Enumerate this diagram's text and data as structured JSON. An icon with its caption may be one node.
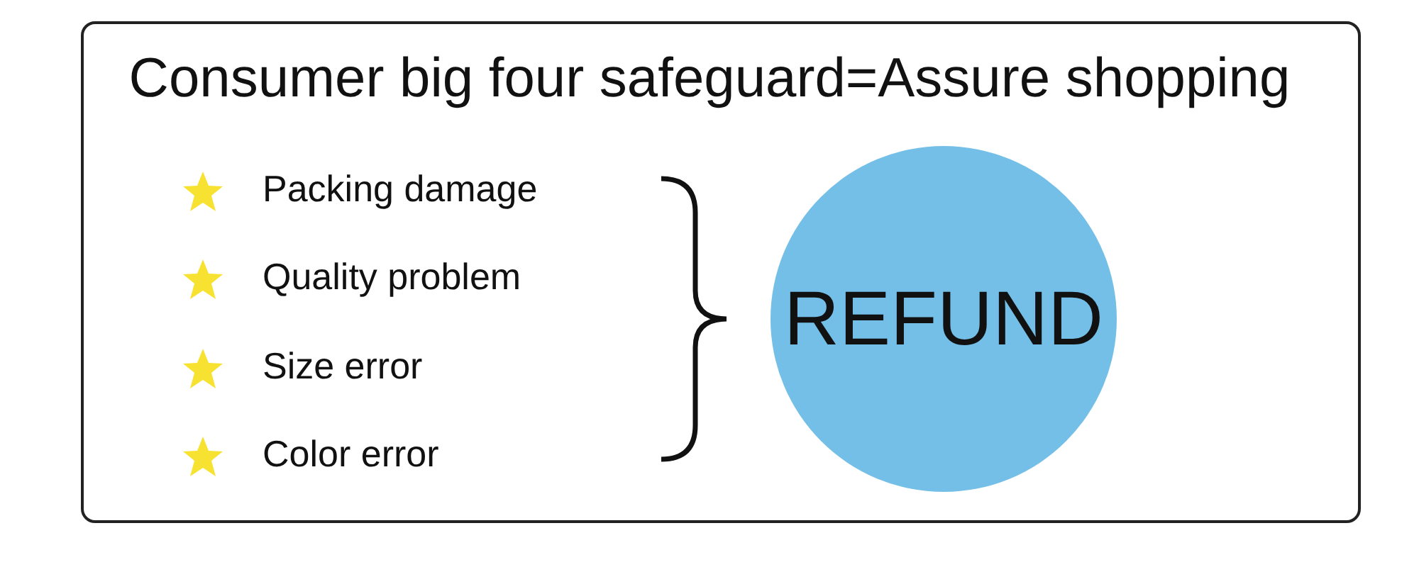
{
  "diagram": {
    "title": "Consumer big four safeguard=Assure shopping",
    "nodes": [
      {
        "text": [
          "REFUND"
        ]
      }
    ],
    "labels": [
      "Packing damage",
      "Quality problem",
      "Size error",
      "Color error"
    ]
  }
}
